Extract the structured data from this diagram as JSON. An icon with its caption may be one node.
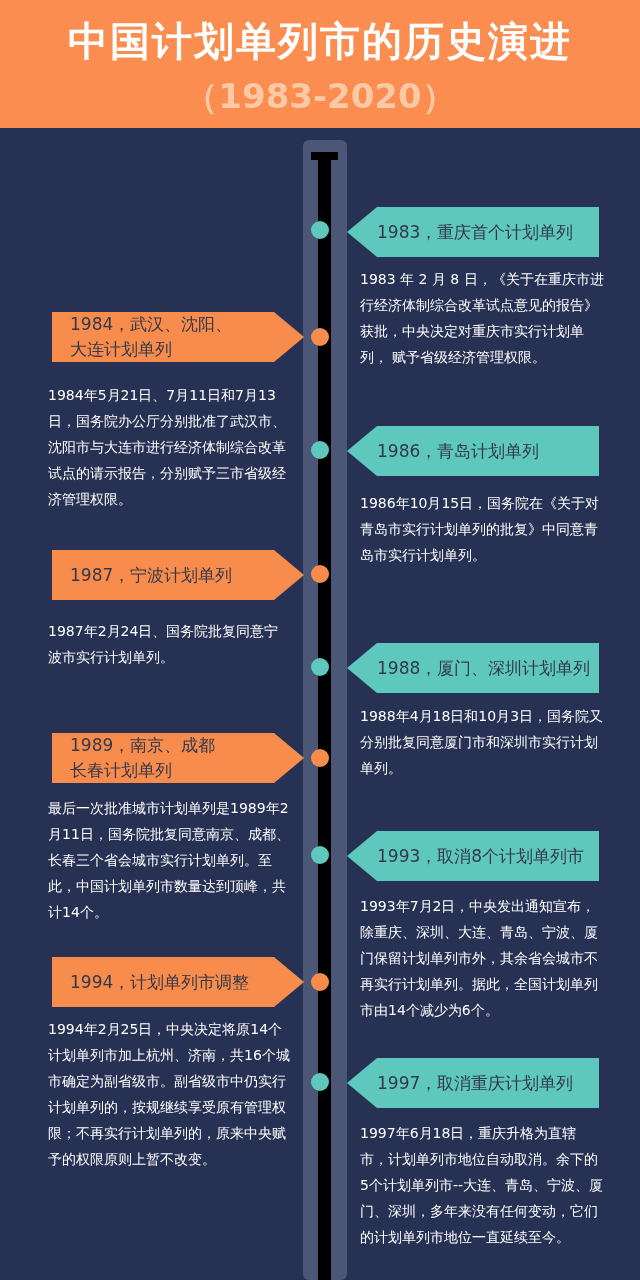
{
  "diagram": {
    "title": "中国计划单列市的历史演进",
    "nodes": [
      {
        "text": [
          "1983，重庆首个计划单列"
        ],
        "beside": [
          "1983 年 2 月 8 日，《关于在重庆市进行经济体制综合改革试点意见的报告》获批，中央决定对重庆市实行计划单列， 赋予省级经济管理权限。"
        ]
      },
      {
        "text": [
          "1984，武汉、沈阳、大连计划单列"
        ],
        "beside": [
          "1984年5月21日、7月11日和7月13日，国务院办公厅分别批准了武汉市、沈阳市与大连市进行经济体制综合改革试点的请示报告，分别赋予三市省级经济管理权限。"
        ]
      },
      {
        "text": [
          "1986，青岛计划单列"
        ],
        "beside": [
          "1986年10月15日，国务院在《关于对青岛市实行计划单列的批复》中同意青岛市实行计划单列。"
        ]
      },
      {
        "text": [
          "1987，宁波计划单列"
        ],
        "beside": [
          "1987年2月24日、国务院批复同意宁波市实行计划单列。"
        ]
      },
      {
        "text": [
          "1988，厦门、深圳计划单列"
        ],
        "beside": [
          "1988年4月18日和10月3日，国务院又分别批复同意厦门市和深圳市实行计划单列。"
        ]
      },
      {
        "text": [
          "1989，南京、成都长春计划单列"
        ],
        "beside": [
          "最后一次批准城市计划单列是1989年2月11日，国务院批复同意南京、成都、长春三个省会城市实行计划单列。至此，中国计划单列市数量达到顶峰，共计14个。"
        ]
      },
      {
        "text": [
          "1993，取消8个计划单列市"
        ],
        "beside": [
          "1993年7月2日，中央发出通知宣布，除重庆、深圳、大连、青岛、宁波、厦门保留计划单列市外，其余省会城市不再实行计划单列。据此，全国计划单列市由14个减少为6个。"
        ]
      },
      {
        "text": [
          "1994，计划单列市调整"
        ],
        "beside": [
          "1994年2月25日，中央决定将原14个计划单列市加上杭州、济南，共16个城市确定为副省级市。副省级市中仍实行计划单列的，按规继续享受原有管理权限；不再实行计划单列的，原来中央赋予的权限原则上暂不改变。"
        ]
      },
      {
        "text": [
          "1997，取消重庆计划单列"
        ],
        "beside": [
          "1997年6月18日，重庆升格为直辖市，计划单列市地位自动取消。余下的5个计划单列市--大连、青岛、宁波、厦门、深圳，多年来没有任何变动，它们的计划单列市地位一直延续至今。"
        ]
      }
    ],
    "labels": [
      "（1983-2020）"
    ]
  }
}
